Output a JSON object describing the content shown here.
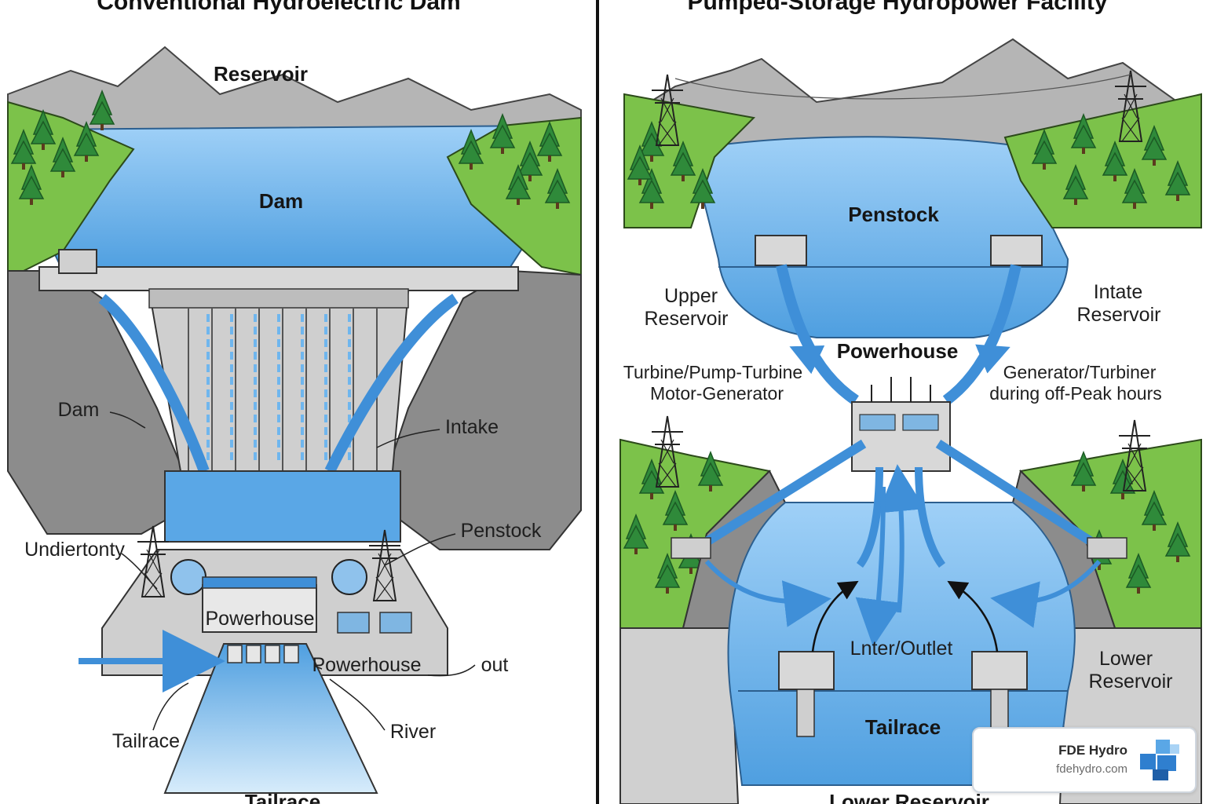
{
  "left_panel": {
    "title": "Conventional Hydroelectric Dam",
    "labels": {
      "reservoir": "Reservoir",
      "dam_top": "Dam",
      "dam_side": "Dam",
      "intake": "Intake",
      "penstock": "Penstock",
      "undiertonty": "Undiertonty",
      "powerhouse_upper": "Powerhouse",
      "powerhouse_lower": "Powerhouse",
      "out": "out",
      "tailrace_side": "Tailrace",
      "river": "River",
      "tailrace_bottom": "Tailrace"
    }
  },
  "right_panel": {
    "title": "Pumped-Storage Hydropower Facility",
    "labels": {
      "penstock": "Penstock",
      "upper_reservoir_1": "Upper",
      "upper_reservoir_2": "Reservoir",
      "intate_reservoir_1": "Intate",
      "intate_reservoir_2": "Reservoir",
      "powerhouse": "Powerhouse",
      "turbine_1": "Turbine/Pump-Turbine",
      "turbine_2": "Motor-Generator",
      "generator_1": "Generator/Turbiner",
      "generator_2": "during off-Peak hours",
      "inlet_outlet": "Lnter/Outlet",
      "lower_reservoir_1": "Lower",
      "lower_reservoir_2": "Reservoir",
      "tailrace": "Tailrace",
      "lower_reservoir_bottom": "Lower Reservoir"
    }
  },
  "logo": {
    "name": "FDE Hydro",
    "url": "fdehydro.com"
  },
  "colors": {
    "water": "#5aa7e6",
    "water_light": "#a9d3f5",
    "rock": "#8c8c8c",
    "grass": "#7cc24a",
    "tree": "#2f8a3a",
    "concrete": "#c9c9c9",
    "brand": "#2f7fcf"
  }
}
